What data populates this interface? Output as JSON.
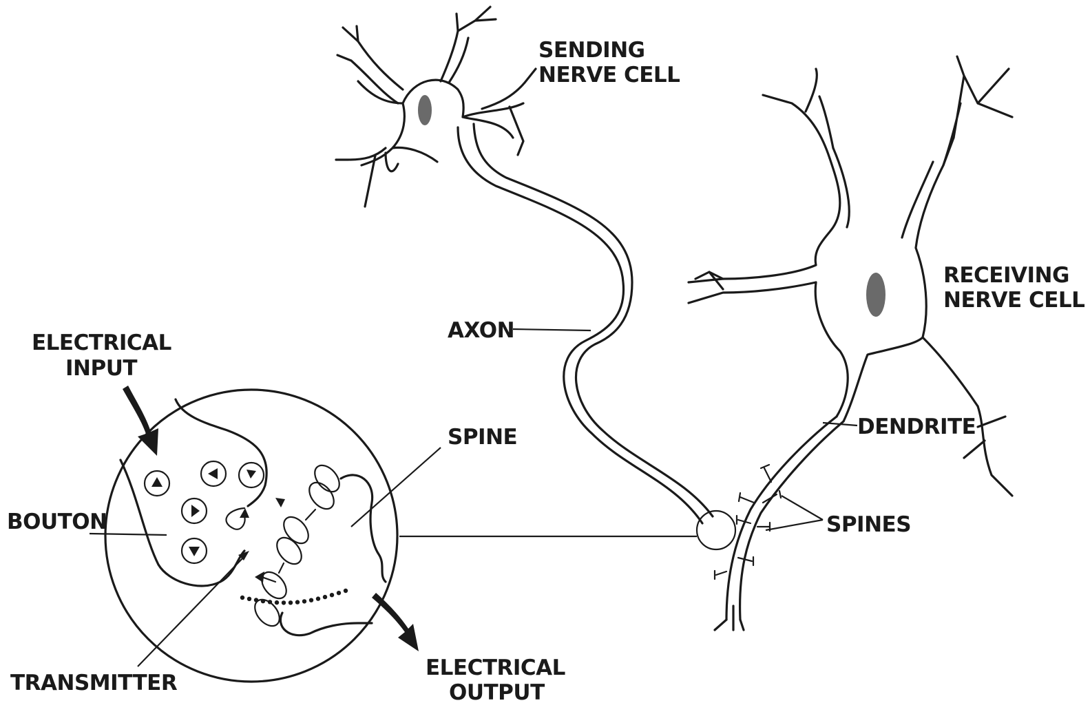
{
  "labels": {
    "sending_line1": "SENDING",
    "sending_line2": "NERVE CELL",
    "receiving_line1": "RECEIVING",
    "receiving_line2": "NERVE CELL",
    "axon": "AXON",
    "dendrite": "DENDRITE",
    "spines": "SPINES",
    "spine": "SPINE",
    "electrical_input_line1": "ELECTRICAL",
    "electrical_input_line2": "INPUT",
    "bouton": "BOUTON",
    "transmitter": "TRANSMITTER",
    "electrical_output_line1": "ELECTRICAL",
    "electrical_output_line2": "OUTPUT"
  },
  "colors": {
    "ink": "#1a1a1a",
    "background": "#ffffff"
  }
}
